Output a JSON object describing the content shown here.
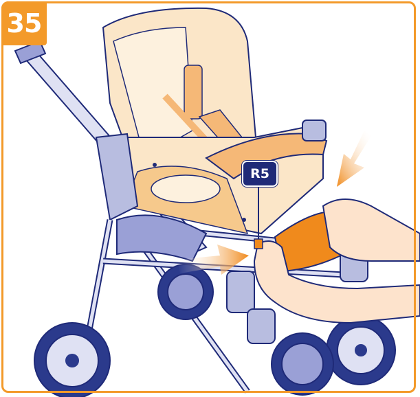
{
  "step": {
    "number": "35"
  },
  "callout": {
    "part_label": "R5"
  },
  "colors": {
    "frame": "#f39a2a",
    "badge": "#f39a2a",
    "label_bg": "#1f2a78",
    "seat_fabric": "#fbe6c8",
    "accent_orange": "#f08a1c",
    "frame_metal": "#b8bde0",
    "wheel": "#2b3a8c",
    "arrow": "#f08a1c"
  },
  "illustration": {
    "subject": "stroller-seat-assembly",
    "icons": [
      "push-arrow-icon",
      "press-arrow-icon",
      "hand-icon",
      "wheel-icon"
    ]
  }
}
